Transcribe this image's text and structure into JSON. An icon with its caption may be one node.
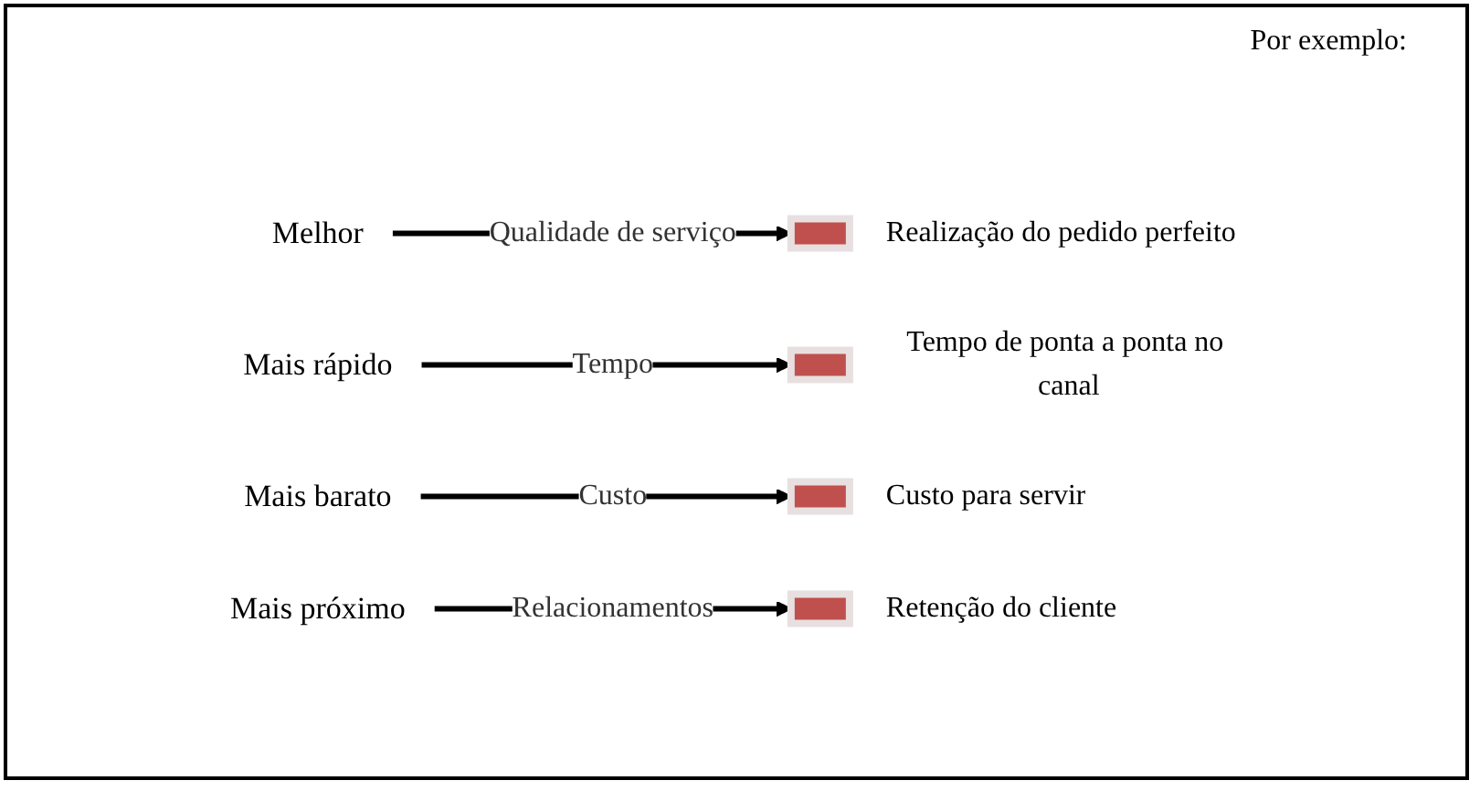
{
  "diagram": {
    "nodes": [
      {
        "text": [
          "Melhor"
        ]
      },
      {
        "text": [],
        "shape": "box",
        "beside": [
          "Realização do pedido perfeito"
        ]
      },
      {
        "text": [
          "Mais rápido"
        ]
      },
      {
        "text": [],
        "shape": "box",
        "beside": [
          "Tempo de ponta a ponta no canal"
        ]
      },
      {
        "text": [
          "Mais barato"
        ]
      },
      {
        "text": [],
        "shape": "box",
        "beside": [
          "Custo para servir"
        ]
      },
      {
        "text": [
          "Mais próximo"
        ]
      },
      {
        "text": [],
        "shape": "box",
        "beside": [
          "Retenção do cliente"
        ]
      }
    ],
    "edges": [
      {
        "from": 0,
        "to": 1,
        "arrow": "to",
        "label": "Qualidade de serviço"
      },
      {
        "from": 2,
        "to": 3,
        "arrow": "to",
        "label": "Tempo"
      },
      {
        "from": 4,
        "to": 5,
        "arrow": "to",
        "label": "Custo"
      },
      {
        "from": 6,
        "to": 7,
        "arrow": "to",
        "label": "Relacionamentos"
      }
    ],
    "labels": [
      "Por exemplo:"
    ]
  }
}
